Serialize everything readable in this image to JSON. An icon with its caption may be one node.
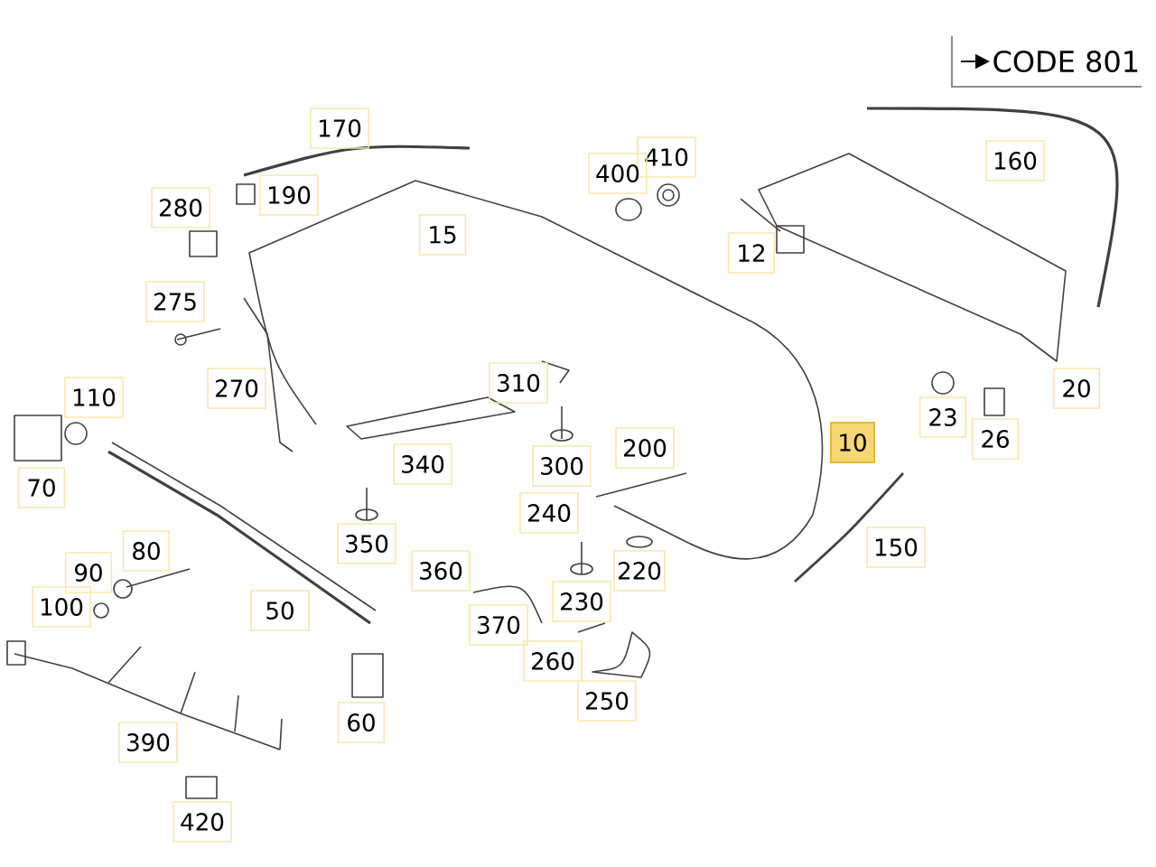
{
  "diagram": {
    "nodes": [
      {
        "text": [
          "170"
        ]
      },
      {
        "text": [
          "410"
        ]
      },
      {
        "text": [
          "160"
        ]
      },
      {
        "text": [
          "400"
        ]
      },
      {
        "text": [
          "190"
        ]
      },
      {
        "text": [
          "280"
        ]
      },
      {
        "text": [
          "15"
        ]
      },
      {
        "text": [
          "12"
        ]
      },
      {
        "text": [
          "275"
        ]
      },
      {
        "text": [
          "310"
        ]
      },
      {
        "text": [
          "270"
        ]
      },
      {
        "text": [
          "20"
        ]
      },
      {
        "text": [
          "110"
        ]
      },
      {
        "text": [
          "23"
        ]
      },
      {
        "text": [
          "26"
        ]
      },
      {
        "text": [
          "10"
        ]
      },
      {
        "text": [
          "200"
        ]
      },
      {
        "text": [
          "340"
        ]
      },
      {
        "text": [
          "300"
        ]
      },
      {
        "text": [
          "70"
        ]
      },
      {
        "text": [
          "240"
        ]
      },
      {
        "text": [
          "350"
        ]
      },
      {
        "text": [
          "150"
        ]
      },
      {
        "text": [
          "80"
        ]
      },
      {
        "text": [
          "220"
        ]
      },
      {
        "text": [
          "360"
        ]
      },
      {
        "text": [
          "90"
        ]
      },
      {
        "text": [
          "230"
        ]
      },
      {
        "text": [
          "100"
        ]
      },
      {
        "text": [
          "50"
        ]
      },
      {
        "text": [
          "370"
        ]
      },
      {
        "text": [
          "260"
        ]
      },
      {
        "text": [
          "250"
        ]
      },
      {
        "text": [
          "60"
        ]
      },
      {
        "text": [
          "390"
        ]
      },
      {
        "text": [
          "420"
        ]
      }
    ],
    "labels": [
      "CODE 801"
    ]
  }
}
